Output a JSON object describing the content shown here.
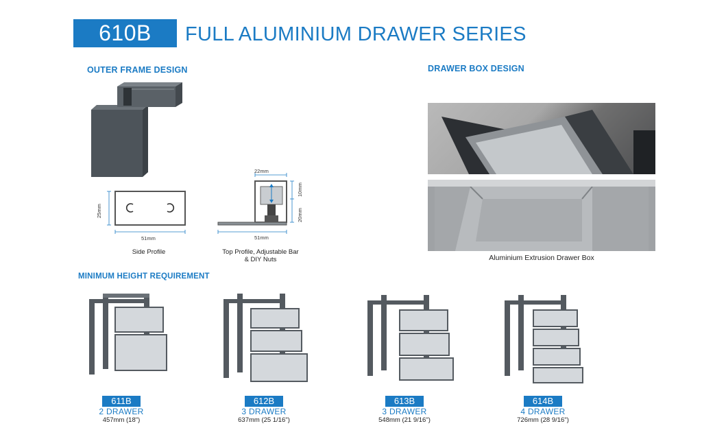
{
  "header": {
    "model": "610B",
    "title": "FULL ALUMINIUM DRAWER SERIES"
  },
  "sections": {
    "outer_frame": "OUTER FRAME DESIGN",
    "drawer_box": "DRAWER BOX DESIGN",
    "min_height": "MINIMUM HEIGHT REQUIREMENT"
  },
  "side_profile": {
    "height": "25mm",
    "width": "51mm",
    "caption": "Side Profile"
  },
  "top_profile": {
    "top_width": "22mm",
    "right_upper": "10mm",
    "right_lower": "20mm",
    "bottom_width": "51mm",
    "caption_line1": "Top Profile, Adjustable Bar",
    "caption_line2": "& DIY Nuts"
  },
  "drawer_box_caption": "Aluminium Extrusion Drawer Box",
  "models": [
    {
      "code": "611B",
      "drawers": "2 DRAWER",
      "height": "457mm (18\")",
      "count": 2
    },
    {
      "code": "612B",
      "drawers": "3 DRAWER",
      "height": "637mm (25 1/16\")",
      "count": 3
    },
    {
      "code": "613B",
      "drawers": "3 DRAWER",
      "height": "548mm (21 9/16\")",
      "count": 3
    },
    {
      "code": "614B",
      "drawers": "4 DRAWER",
      "height": "726mm (28 9/16\")",
      "count": 4
    }
  ],
  "colors": {
    "accent": "#1b7bc4",
    "frame": "#545a60",
    "drawer_face": "#d4d8dc"
  }
}
